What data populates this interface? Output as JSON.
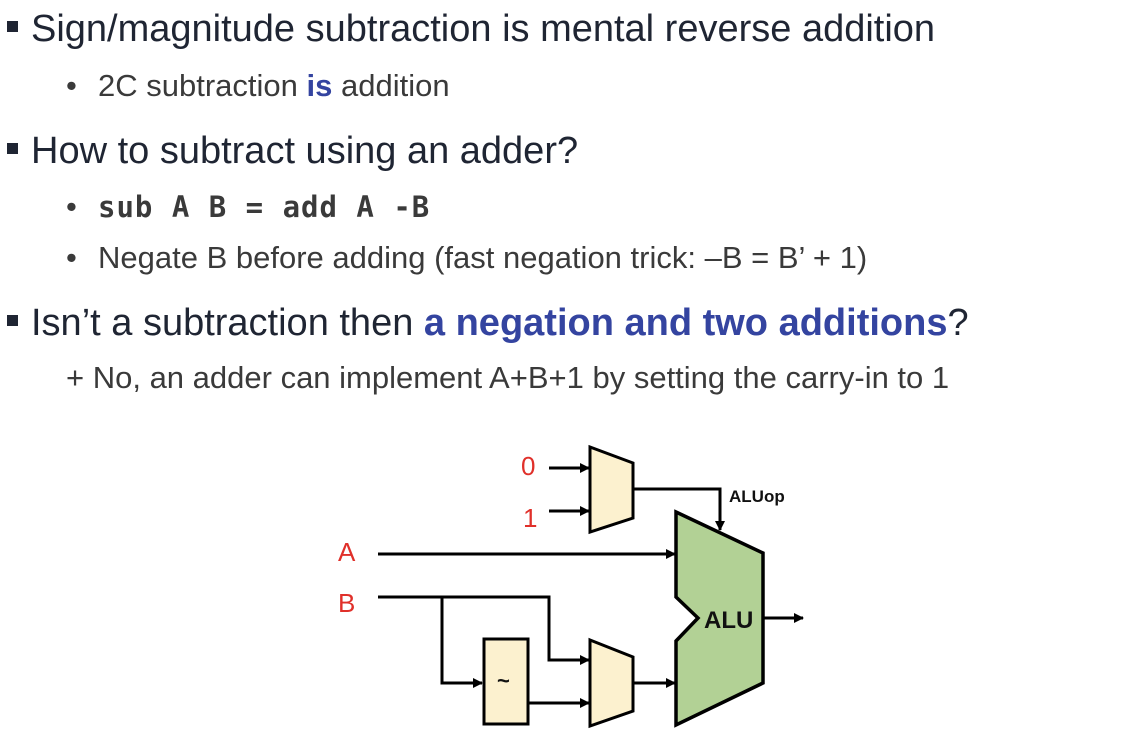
{
  "bullets": [
    {
      "text": "Sign/magnitude subtraction is mental reverse addition"
    },
    {
      "sub": {
        "pre": "2C subtraction ",
        "hl": "is",
        "post": " addition"
      }
    },
    {
      "text": "How to subtract using an adder?"
    },
    {
      "sub_code": "sub A B = add A -B"
    },
    {
      "sub_text": "Negate B before adding (fast negation trick: –B = B’ + 1)"
    },
    {
      "pre": "Isn’t a subtraction then ",
      "hl": "a negation and two additions",
      "post": "?"
    },
    {
      "plus": "+ No, an adder can implement A+B+1 by setting the carry-in to 1"
    }
  ],
  "diagram": {
    "const0": "0",
    "const1": "1",
    "inputA": "A",
    "inputB": "B",
    "not_gate": "~",
    "alu": "ALU",
    "aluop": "ALUop",
    "colors": {
      "label_red": "#e0302a",
      "mux_fill": "#fcf1cf",
      "alu_fill": "#b2d195",
      "highlight": "#3444a0"
    }
  }
}
